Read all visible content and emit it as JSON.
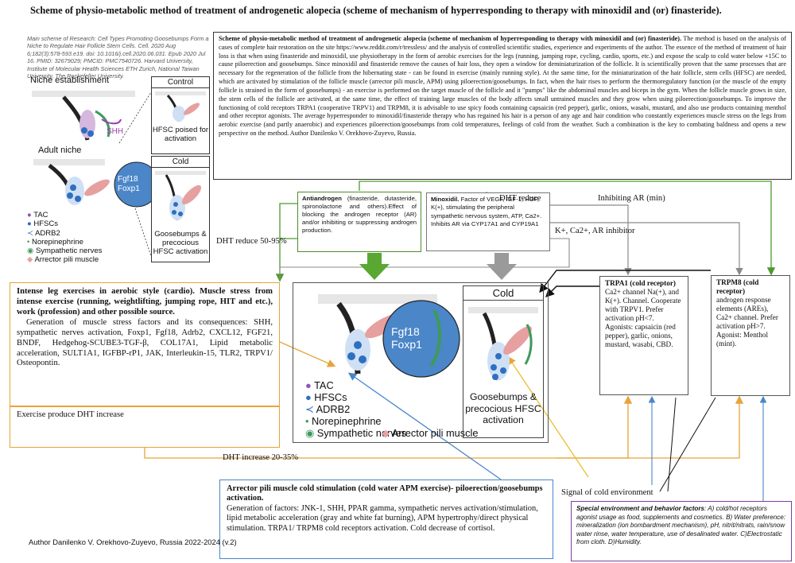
{
  "main_title": "Scheme of physio-metabolic method of treatment of androgenetic alopecia (scheme of mechanism of hyperresponding to therapy with minoxidil and (or) finasteride).",
  "reference": "Main scheme of Research: Cell Types Promoting Goosebumps Form a Niche to Regulate Hair Follicle Stem Cells. Cell. 2020 Aug 6;182(3):578-593.e19. doi: 10.1016/j.cell.2020.06.031. Epub 2020 Jul 16. PMID: 32679029; PMCID: PMC7540726. Harvard University, Institute of Molecular Health Sciences ETH Zurich, National Taiwan University, The Rockefeller University.",
  "description": {
    "title": "Scheme of physio-metabolic method of treatment of androgenetic alopecia (scheme of mechanism of hyperresponding to therapy with minoxidil and (or) finasteride).",
    "body": "The method is based on the analysis of cases of complete hair restoration on the site https://www.reddit.com/r/tressless/ and the analysis of controlled scientific studies, experience and experiments of the author. The essence of the method of treatment of hair loss is that when using finasteride and minoxidil, use physiotherapy in the form of aerobic exercises for the legs (running, jumping rope, cycling, cardio, sports, etc.) and expose the scalp to cold water below +15C to cause piloerection and goosebumps. Since minoxidil and finasteride remove the causes of hair loss, they open a window for deminiaturization of the follicle. It is scientifically proven that the same processes that are necessary for the regeneration of the follicle from the hibernating state - can be found in exercise (mainly running style). At the same time, for the miniaturization of the hair follicle, stem cells (HFSC) are needed, which are activated by stimulation of the follicle muscle (arrector pili muscle, APM) using piloerection/goosebumps. In fact, when the hair rises to perform the thermoregulatory function (or the muscle of the empty follicle is strained in the form of goosebumps) - an exercise is performed on the target muscle of the follicle and it \"pumps\" like the abdominal muscles and biceps in the gym. When the follicle muscle grows in size, the stem cells of the follicle are activated, at the same time, the effect of training large muscles of the body affects small untrained muscles and they grow when using piloerection/goosebumps. To improve the functioning of cold receptors TRPA1 (cooperative TRPV1) and TRPM8, it is advisable to use spicy foods containing capsaicin (red pepper), garlic, onions, wasabi, mustard, and also use products containing menthol and other receptor agonists. The average hyperresponder to minoxidil/finasteride therapy who has regained his hair is a person of any age and hair condition who constantly experiences muscle stress on the legs from aerobic exercise (and partly anaerobic) and experiences piloerection/goosebumps from cold temperatures, feelings of cold from the weather. Such a combination is the key to combating baldness and opens a new perspective on the method. Author Danilenko V. Orekhovo-Zuyevo, Russia."
  },
  "left_panel": {
    "niche_title": "Niche establishment",
    "adult_title": "Adult niche",
    "shh_label": "SHH",
    "fgf18": "Fgf18",
    "foxp1": "Foxp1",
    "control_title": "Control",
    "control_caption": "HFSC poised for activation",
    "cold_title": "Cold",
    "cold_caption": "Goosebumps & precocious HFSC activation",
    "legend": [
      "TAC",
      "HFSCs",
      "ADRB2",
      "Norepinephrine",
      "Sympathetic nerves",
      "Arrector pili muscle"
    ]
  },
  "center_panel": {
    "fgf18": "Fgf18",
    "foxp1": "Foxp1",
    "legend": [
      "TAC",
      "HFSCs",
      "ADRB2",
      "Norepinephrine",
      "Sympathetic nerves",
      "Arrector pili muscle"
    ],
    "cold_title": "Cold",
    "cold_caption": "Goosebumps & precocious HFSC activation"
  },
  "antiandrogen": {
    "title": "Antiandrogen",
    "text": "(finasteride, dutasteride, spironolactone and others).Effect of blocking the androgen receptor (AR) and/or inhibiting or suppressing androgen production."
  },
  "minoxidil": {
    "title": "Minoxidil.",
    "text": "Factor of VEGF, IGF-1, HGF, K(+), stimulating the peripheral sympathetic nervous system, ATP, Ca2+. Inhibits AR via CYP17A1 and CYP19A1"
  },
  "trpa1": {
    "title": "TRPA1 (cold receptor)",
    "text": "Ca2+ channel Na(+), and K(+). Channel. Cooperate with TRPV1. Prefer activation pH<7. Agonists: capsaicin (red pepper), garlic, onions, mustard, wasabi, CBD."
  },
  "trpm8": {
    "title": "TRPM8",
    "title_suffix": "(cold receptor)",
    "text": "androgen response elements (AREs), Ca2+ channel. Prefer activation pH>7. Agonist: Menthol (mint)."
  },
  "legs": {
    "title": "Intense leg exercises in aerobic style (cardio). Muscle stress from intense exercise (running, weightlifting, jumping rope, HIT and etc.), work (profession) and other possible source.",
    "text": "Generation of muscle stress factors and its consequences: SHH, sympathetic nerves activation, Foxp1, Fgf18, Adrb2, CXCL12, FGF21, BNDF, Hedgehog-SCUBE3-TGF-β, COL17A1, Lipid metabolic acceleration, SULT1A1, IGFBP-rP1, JAK, Interleukin-15, TLR2, TRPV1/ Osteopontin."
  },
  "exercise_produce": "Exercise produce DHT increase",
  "apm": {
    "title": "Arrector pili muscle cold stimulation (cold water APM exercise)- piloerection/goosebumps activation.",
    "text": "Generation of factors: JNK-1, SHH, PPAR gamma, sympathetic nerves activation/stimulation, lipid metabolic acceleration (gray and white fat burning), APM hypertrophy/direct physical stimulation. TRPA1/ TRPM8 cold receptors activation. Cold decrease of cortisol."
  },
  "special": {
    "title": "Special environment and behavior factors",
    "text": ": A) cold/hot receptors agonist usage as food, supplements and cosmetics. B) Water preference: mineralization (ion bombardment mechanism), pH, nitrit/nitrats, rain/snow water rinse, water temperature, use of desalinated water. C)Electrostatic from cloth. D)Humidity."
  },
  "labels": {
    "dht_reduce": "DHT reduce",
    "dht_reduce_range": "DHT reduce 50-95%",
    "inhibiting_ar": "Inhibiting AR (min)",
    "ions": "K+, Ca2+, AR inhibitor",
    "dht_increase": "DHT increase 20-35%",
    "cold_signal": "Signal of cold environment"
  },
  "author": "Author Danilenko V. Orekhovo-Zuyevo, Russia 2022-2024 (v.2)",
  "colors": {
    "green": "#4c9a2a",
    "orange": "#e8a33a",
    "blue": "#4a86c8",
    "purple": "#7a3fa0",
    "gray": "#8a8a8a",
    "tac": "#8a5bb0",
    "hfsc": "#2f6fc0",
    "muscle": "#e6a0a0",
    "nerve": "#3e9a5a"
  }
}
